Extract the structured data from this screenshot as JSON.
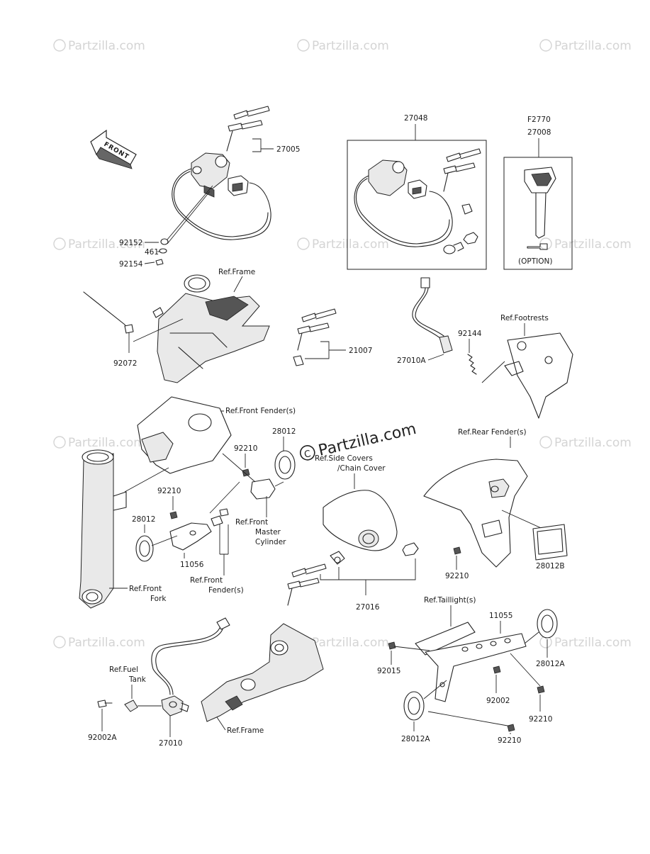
{
  "watermark": {
    "text": "Partzilla.com",
    "center_text": "Partzilla.com"
  },
  "arrow": {
    "label": "FRONT"
  },
  "option_box": {
    "code": "F2770",
    "part": "27008",
    "note": "(OPTION)"
  },
  "labels": {
    "p27048": "27048",
    "p27005": "27005",
    "p92152": "92152",
    "p461": "461",
    "p92154": "92154",
    "ref_frame_top": "Ref.Frame",
    "p92072": "92072",
    "p21007": "21007",
    "ref_footrests": "Ref.Footrests",
    "p92144": "92144",
    "p27010A": "27010A",
    "ref_front_fender": "Ref.Front Fender(s)",
    "ref_rear_fender": "Ref.Rear Fender(s)",
    "p28012_top": "28012",
    "p92210_a": "92210",
    "ref_side_covers_1": "Ref.Side Covers",
    "ref_side_covers_2": "/Chain Cover",
    "p92210_b": "92210",
    "p28012_left": "28012",
    "ref_front_master_1": "Ref.Front",
    "ref_front_master_2": "Master",
    "ref_front_master_3": "Cylinder",
    "p11056": "11056",
    "ref_front_fender2_1": "Ref.Front",
    "ref_front_fender2_2": "Fender(s)",
    "ref_front_fork_1": "Ref.Front",
    "ref_front_fork_2": "Fork",
    "p92210_c": "92210",
    "p28012B": "28012B",
    "p27016": "27016",
    "ref_taillight": "Ref.Taillight(s)",
    "p11055": "11055",
    "p92015": "92015",
    "p28012A_r": "28012A",
    "p92002": "92002",
    "p92210_d": "92210",
    "p28012A_b": "28012A",
    "p92210_e": "92210",
    "ref_fuel_1": "Ref.Fuel",
    "ref_fuel_2": "Tank",
    "p92002A": "92002A",
    "p27010": "27010",
    "ref_frame_bottom": "Ref.Frame"
  }
}
